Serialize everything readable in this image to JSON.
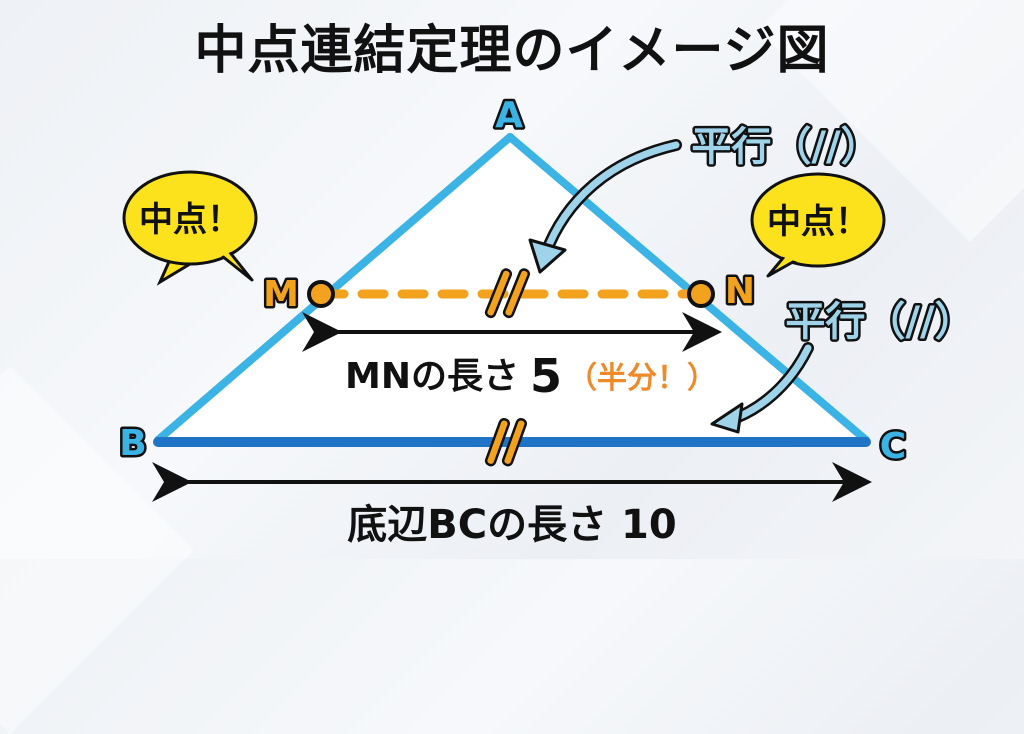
{
  "title": "中点連結定理のイメージ図",
  "vertices": {
    "A": "A",
    "B": "B",
    "C": "C",
    "M": "M",
    "N": "N"
  },
  "callouts": {
    "midpoint_left": "中点！",
    "midpoint_right": "中点！",
    "parallel_top": "平行（//）",
    "parallel_bottom": "平行（//）"
  },
  "labels": {
    "mn_length_prefix": "MNの長さ",
    "mn_length_value": "5",
    "mn_half_note": "（半分！）",
    "bc_length": "底辺BCの長さ 10"
  },
  "colors": {
    "triangle_side": "#3bb3e4",
    "base_line": "#1f74c6",
    "midline": "#f2a21d",
    "bubble_fill": "#fbe21c",
    "parallel_label": "#9fd3ea",
    "half_note": "#ef8a2a"
  }
}
